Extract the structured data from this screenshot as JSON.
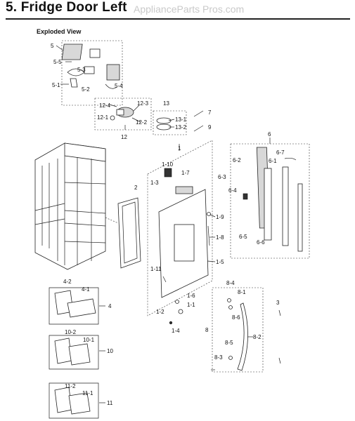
{
  "header": {
    "title": "5.  Fridge Door Left",
    "watermark": "ApplianceParts Pros.com",
    "section_label": "Exploded View"
  },
  "callouts": [
    "5",
    "5-5",
    "5-3",
    "5-1",
    "5-2",
    "5-4",
    "12-4",
    "12-3",
    "12-1",
    "12-2",
    "12",
    "13",
    "13-1",
    "13-2",
    "7",
    "9",
    "1",
    "1-10",
    "1-7",
    "1-3",
    "2",
    "1-9",
    "1-8",
    "1-5",
    "1-11",
    "1-6",
    "1-1",
    "1-2",
    "1-4",
    "6",
    "6-7",
    "6-2",
    "6-1",
    "6-3",
    "6-4",
    "6-5",
    "6-6",
    "8-4",
    "8-1",
    "8-6",
    "8",
    "8-5",
    "8-3",
    "8-2",
    "3",
    "4-2",
    "4-1",
    "4",
    "10-2",
    "10-1",
    "10",
    "11-2",
    "11-1",
    "11"
  ]
}
